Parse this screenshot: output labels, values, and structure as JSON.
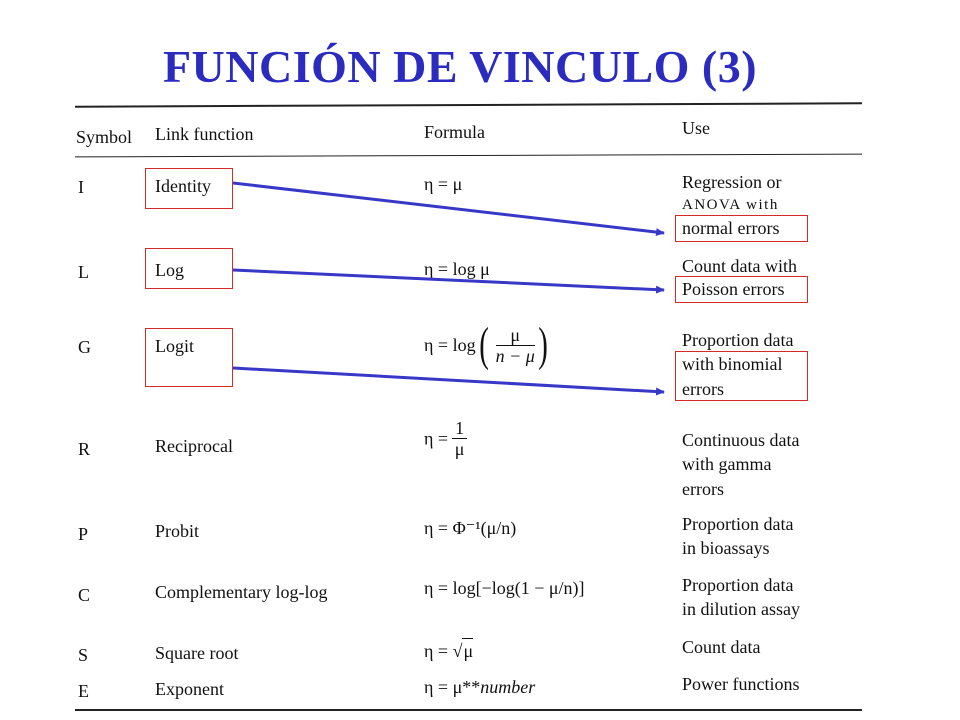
{
  "title": "FUNCIÓN DE VINCULO (3)",
  "headers": {
    "symbol": "Symbol",
    "link": "Link function",
    "formula": "Formula",
    "use": "Use"
  },
  "rows": [
    {
      "symbol": "I",
      "link": "Identity",
      "formula": "η = μ",
      "use": [
        "Regression or",
        "ANOVA with",
        "normal errors"
      ]
    },
    {
      "symbol": "L",
      "link": "Log",
      "formula": "η = log μ",
      "use": [
        "Count data with",
        "Poisson errors"
      ]
    },
    {
      "symbol": "G",
      "link": "Logit",
      "formula_prefix": "η = log",
      "formula_num": "μ",
      "formula_den": "n − μ",
      "use": [
        "Proportion data",
        "with binomial",
        "errors"
      ]
    },
    {
      "symbol": "R",
      "link": "Reciprocal",
      "formula_prefix": "η =",
      "formula_num": "1",
      "formula_den": "μ",
      "use": [
        "Continuous data",
        "with gamma",
        "errors"
      ]
    },
    {
      "symbol": "P",
      "link": "Probit",
      "formula": "η = Φ⁻¹(μ/n)",
      "use": [
        "Proportion data",
        "in bioassays"
      ]
    },
    {
      "symbol": "C",
      "link": "Complementary log-log",
      "formula": "η = log[−log(1 − μ/n)]",
      "use": [
        "Proportion data",
        "in dilution assay"
      ]
    },
    {
      "symbol": "S",
      "link": "Square root",
      "formula_prefix": "η = √",
      "formula_rad": "μ",
      "use": [
        "Count data"
      ]
    },
    {
      "symbol": "E",
      "link": "Exponent",
      "formula_prefix": "η = μ**",
      "formula_suffix": "number",
      "use": [
        "Power functions"
      ]
    }
  ],
  "colors": {
    "title": "#2b2bbf",
    "arrow": "#3838c8",
    "box": "#d42a2a"
  }
}
